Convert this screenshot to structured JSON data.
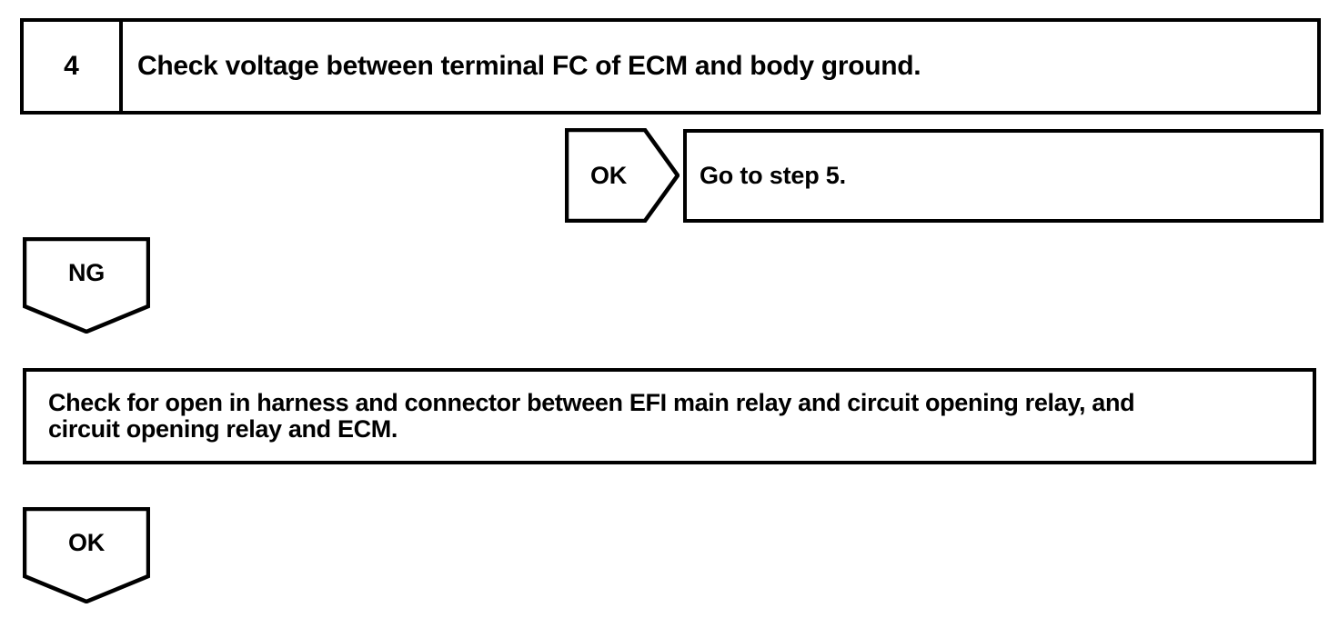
{
  "diagram": {
    "type": "troubleshooting-flowchart",
    "colors": {
      "stroke": "#000000",
      "background": "#ffffff",
      "text": "#000000"
    },
    "step": {
      "number": "4",
      "instruction": "Check voltage between terminal FC of ECM and body ground."
    },
    "branches": {
      "ok_right": {
        "label": "OK",
        "direction": "right",
        "result": "Go to step 5."
      },
      "ng_down": {
        "label": "NG",
        "direction": "down"
      },
      "ok_down": {
        "label": "OK",
        "direction": "down"
      }
    },
    "action": {
      "line1": "Check for open in harness and connector between EFI main relay and circuit opening relay, and",
      "line2": "circuit opening relay and ECM."
    }
  }
}
